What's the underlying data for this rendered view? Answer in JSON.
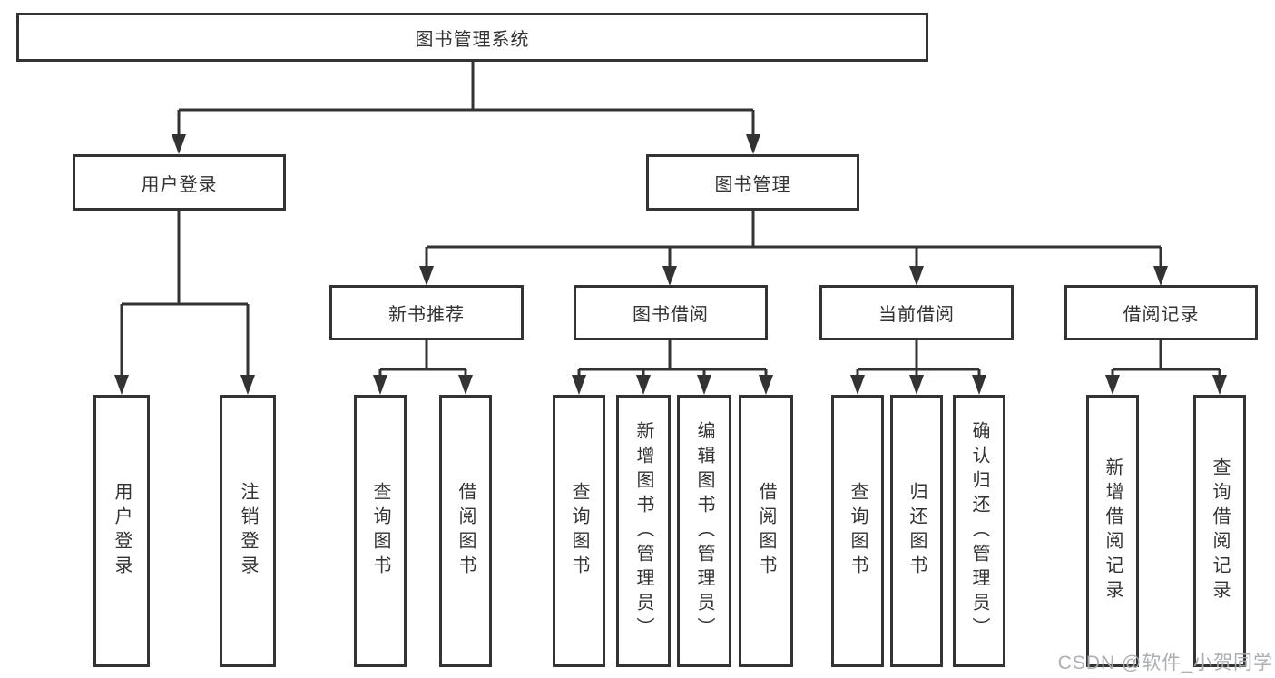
{
  "tree": {
    "label": "图书管理系统",
    "children": [
      {
        "label": "用户登录",
        "children": [
          {
            "label": "用户登录"
          },
          {
            "label": "注销登录"
          }
        ]
      },
      {
        "label": "图书管理",
        "children": [
          {
            "label": "新书推荐",
            "children": [
              {
                "label": "查询图书"
              },
              {
                "label": "借阅图书"
              }
            ]
          },
          {
            "label": "图书借阅",
            "children": [
              {
                "label": "查询图书"
              },
              {
                "label": "新增图书（管理员）"
              },
              {
                "label": "编辑图书（管理员）"
              },
              {
                "label": "借阅图书"
              }
            ]
          },
          {
            "label": "当前借阅",
            "children": [
              {
                "label": "查询图书"
              },
              {
                "label": "归还图书"
              },
              {
                "label": "确认归还（管理员）"
              }
            ]
          },
          {
            "label": "借阅记录",
            "children": [
              {
                "label": "新增借阅记录"
              },
              {
                "label": "查询借阅记录"
              }
            ]
          }
        ]
      }
    ]
  },
  "watermark": {
    "text": "CSDN @软件_小贺同学"
  },
  "colors": {
    "line": "#333333",
    "box_border": "#333333",
    "text": "#333333",
    "background": "#ffffff",
    "watermark": "#a8abaf"
  }
}
